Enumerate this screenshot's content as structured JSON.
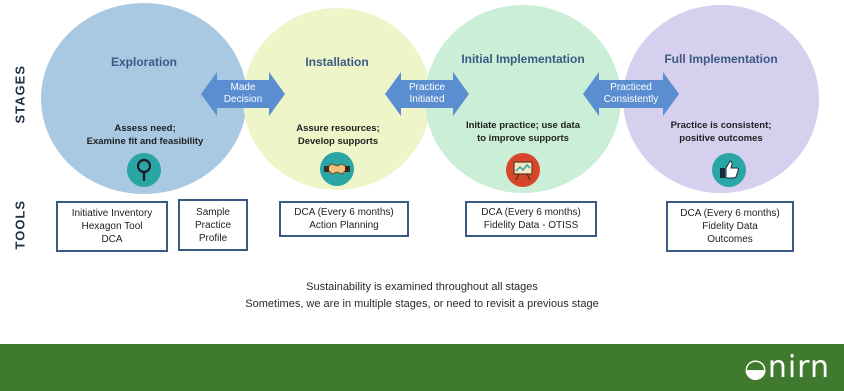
{
  "labels": {
    "stages": "STAGES",
    "tools": "TOOLS"
  },
  "colors": {
    "exploration": "#a9c9e3",
    "installation": "#eef5c9",
    "initial": "#cbeed6",
    "full": "#d7cfee",
    "arrow": "#5b8ed1",
    "title": "#3a5a86",
    "box_border": "#3a5a86",
    "footer": "#3f7a2e",
    "icon_teal": "#2aa6a6",
    "icon_red": "#d9452a"
  },
  "stages": [
    {
      "title": "Exploration",
      "desc1": "Assess need;",
      "desc2": "Examine fit and feasibility",
      "icon": "magnifier-icon"
    },
    {
      "title": "Installation",
      "desc1": "Assure resources;",
      "desc2": "Develop supports",
      "icon": "handshake-icon"
    },
    {
      "title": "Initial Implementation",
      "desc1": "Initiate practice; use data",
      "desc2": "to improve supports",
      "icon": "presentation-board-icon"
    },
    {
      "title": "Full Implementation",
      "desc1": "Practice is consistent;",
      "desc2": "positive outcomes",
      "icon": "thumbs-up-icon"
    }
  ],
  "transitions": [
    {
      "line1": "Made",
      "line2": "Decision"
    },
    {
      "line1": "Practice",
      "line2": "Initiated"
    },
    {
      "line1": "Practiced",
      "line2": "Consistently"
    }
  ],
  "tools": [
    {
      "lines": [
        "Initiative Inventory",
        "Hexagon Tool",
        "DCA"
      ]
    },
    {
      "lines": [
        "Sample",
        "Practice",
        "Profile"
      ]
    },
    {
      "lines": [
        "DCA (Every 6 months)",
        "Action Planning"
      ]
    },
    {
      "lines": [
        "DCA (Every 6 months)",
        "Fidelity Data - OTISS"
      ]
    },
    {
      "lines": [
        "DCA (Every 6 months)",
        "Fidelity Data",
        "Outcomes"
      ]
    }
  ],
  "notes": {
    "line1": "Sustainability is examined throughout all stages",
    "line2": "Sometimes, we are in multiple stages, or need to revisit a previous stage"
  },
  "brand": "nirn"
}
